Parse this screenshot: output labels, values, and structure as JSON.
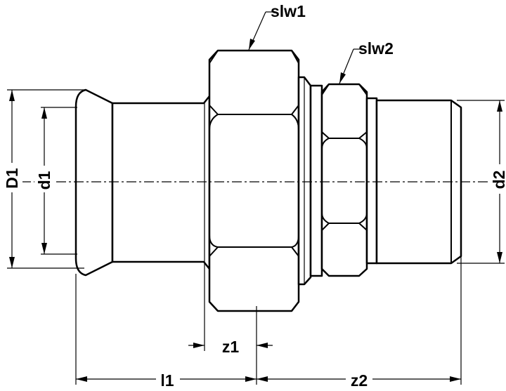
{
  "labels": {
    "slw1": "slw1",
    "slw2": "slw2",
    "D1": "D1",
    "d1": "d1",
    "d2": "d2",
    "z1": "z1",
    "l1": "l1",
    "z2": "z2"
  },
  "colors": {
    "line": "#000000",
    "background": "#ffffff"
  }
}
